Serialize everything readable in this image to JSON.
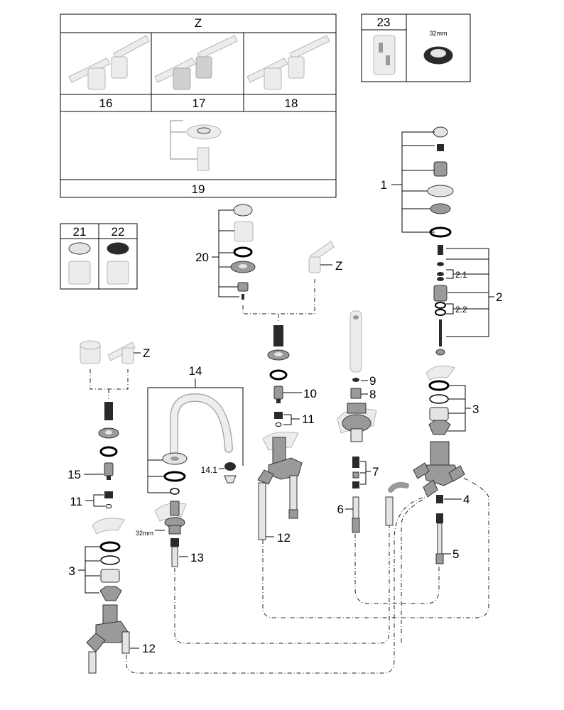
{
  "set_z_box": {
    "title": "Z",
    "cells": [
      "16",
      "17",
      "18",
      "19"
    ]
  },
  "set_23_box": {
    "number": "23",
    "size_label": "32mm"
  },
  "set_21_22_box": {
    "labels": [
      "21",
      "22"
    ]
  },
  "callouts": {
    "c1": "1",
    "c2": "2",
    "c2_1": "2.1",
    "c2_2": "2.2",
    "c3_right": "3",
    "c4": "4",
    "c5": "5",
    "c6": "6",
    "c7": "7",
    "c8": "8",
    "c9": "9",
    "c10": "10",
    "c11_center": "11",
    "c12_center": "12",
    "c13": "13",
    "c14": "14",
    "c14_1": "14.1",
    "size_32mm": "32mm",
    "c15": "15",
    "c11_left": "11",
    "c3_left": "3",
    "c12_left": "12",
    "c20": "20",
    "z_center": "Z",
    "z_left": "Z"
  }
}
